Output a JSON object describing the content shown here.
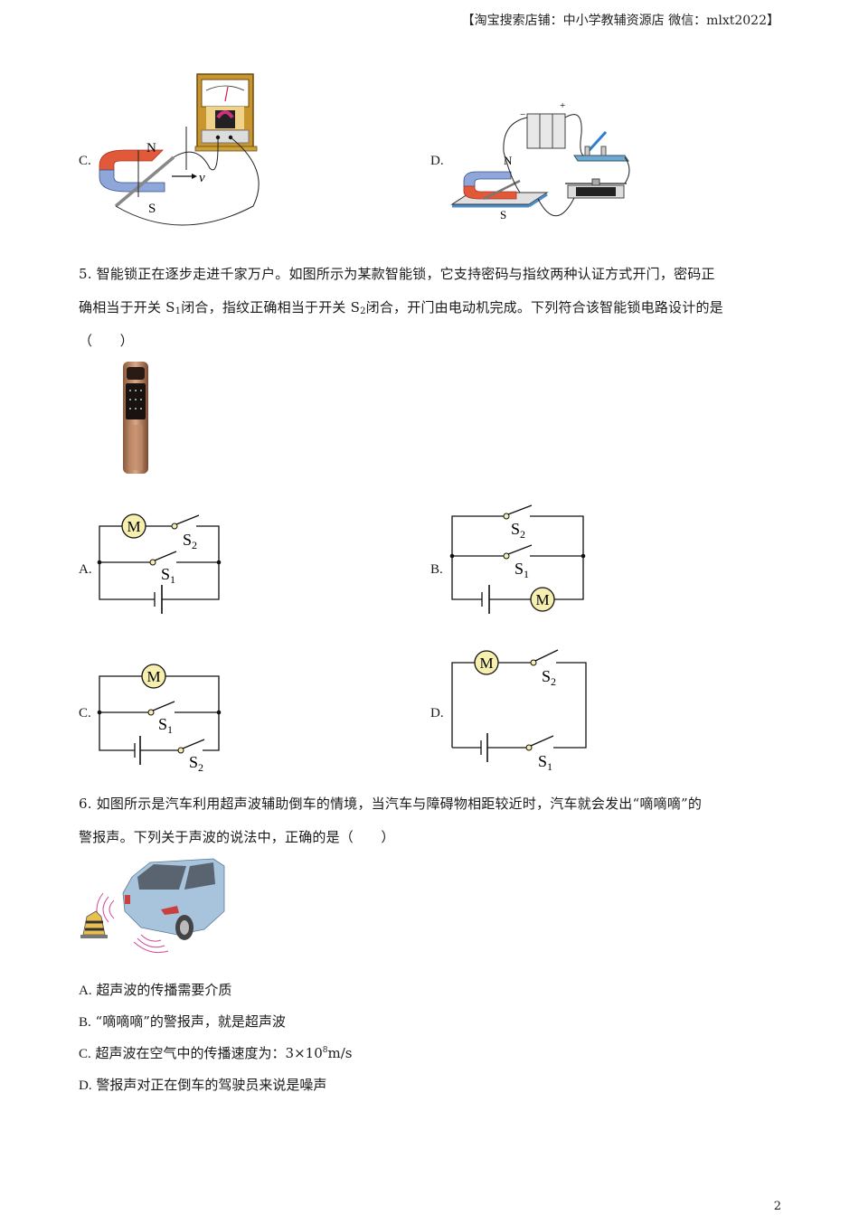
{
  "header": {
    "text": "【淘宝搜索店铺：中小学教辅资源店 微信：mlxt2022】"
  },
  "q4_options": {
    "c_label": "C.",
    "d_label": "D.",
    "c_figure": {
      "north": "N",
      "south": "S",
      "velocity": "v"
    },
    "d_figure": {
      "north": "N",
      "south": "S",
      "plus": "+",
      "minus": "−"
    }
  },
  "q5": {
    "line1": "5. 智能锁正在逐步走进千家万户。如图所示为某款智能锁，它支持密码与指纹两种认证方式开门，密码正",
    "line2_a": "确相当于开关 S",
    "line2_sub1": "1",
    "line2_b": "闭合，指纹正确相当于开关 S",
    "line2_sub2": "2",
    "line2_c": "闭合，开门由电动机完成。下列符合该智能锁电路设计的是",
    "line3": "（　　）",
    "options": [
      {
        "label": "A.",
        "motor": "M",
        "s1": "S",
        "s1_sub": "1",
        "s2": "S",
        "s2_sub": "2"
      },
      {
        "label": "B.",
        "motor": "M",
        "s1": "S",
        "s1_sub": "1",
        "s2": "S",
        "s2_sub": "2"
      },
      {
        "label": "C.",
        "motor": "M",
        "s1": "S",
        "s1_sub": "1",
        "s2": "S",
        "s2_sub": "2"
      },
      {
        "label": "D.",
        "motor": "M",
        "s1": "S",
        "s1_sub": "1",
        "s2": "S",
        "s2_sub": "2"
      }
    ]
  },
  "q6": {
    "line1": "6. 如图所示是汽车利用超声波辅助倒车的情境，当汽车与障碍物相距较近时，汽车就会发出“嘀嘀嘀”的",
    "line2": "警报声。下列关于声波的说法中，正确的是（　　）",
    "options": [
      {
        "label": "A.",
        "text": "超声波的传播需要介质"
      },
      {
        "label": "B.",
        "text": "“嘀嘀嘀”的警报声，就是超声波"
      },
      {
        "label": "C.",
        "text": "超声波在空气中的传播速度为：3×10",
        "sup": "8",
        "unit": "m/s"
      },
      {
        "label": "D.",
        "text": "警报声对正在倒车的驾驶员来说是噪声"
      }
    ]
  },
  "page": {
    "number": "2"
  }
}
